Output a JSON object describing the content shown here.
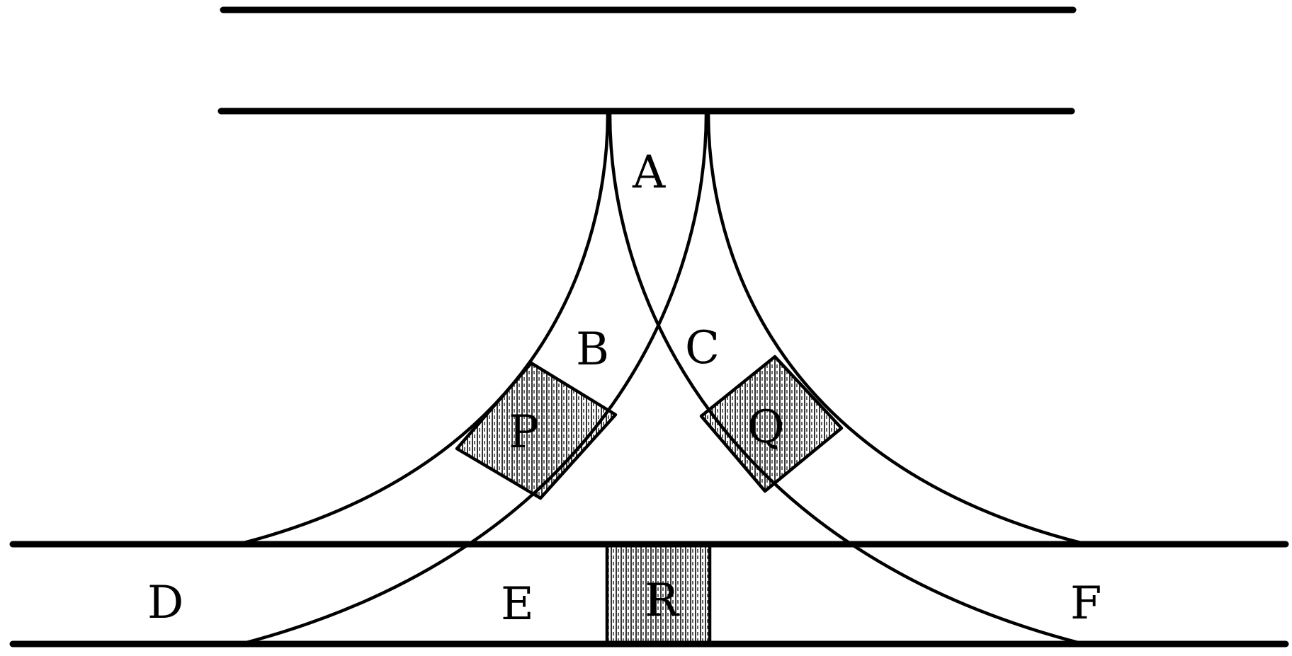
{
  "diagram": {
    "labels": {
      "A": "A",
      "B": "B",
      "C": "C",
      "D": "D",
      "E": "E",
      "F": "F",
      "P": "P",
      "Q": "Q",
      "R": "R"
    }
  }
}
